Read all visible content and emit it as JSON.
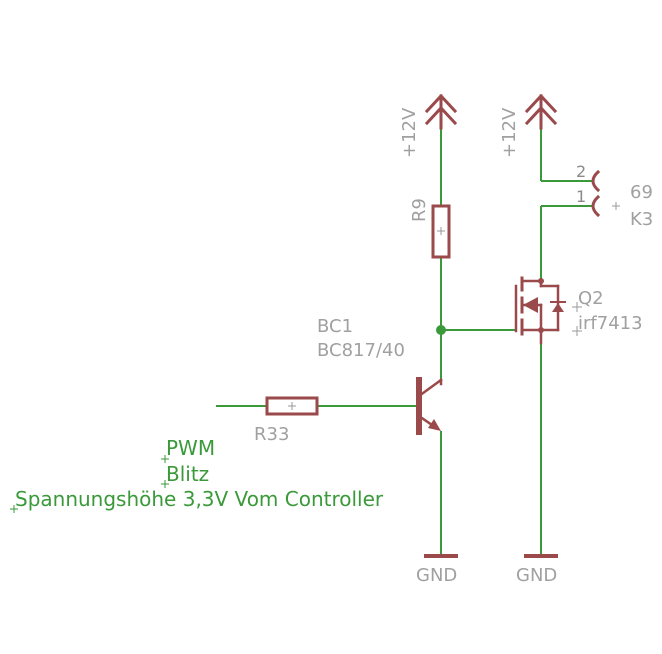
{
  "colors": {
    "wire": "#3a9a3a",
    "symbol": "#9a4a4a",
    "label": "#a0a0a0",
    "net_label": "#3a9a3a",
    "background": "#ffffff"
  },
  "supplies": {
    "left": "+12V",
    "right": "+12V"
  },
  "grounds": {
    "left": "GND",
    "right": "GND"
  },
  "resistors": {
    "r9": "R9",
    "r33": "R33"
  },
  "transistor": {
    "name": "BC1",
    "value": "BC817/40"
  },
  "mosfet": {
    "name": "Q2",
    "value": "irf7413"
  },
  "connector": {
    "value": "69",
    "name": "K3",
    "pin2": "2",
    "pin1": "1"
  },
  "net_labels": {
    "pwm": "PWM",
    "blitz": "Blitz",
    "spannung": "Spannungshöhe 3,3V Vom Controller"
  }
}
